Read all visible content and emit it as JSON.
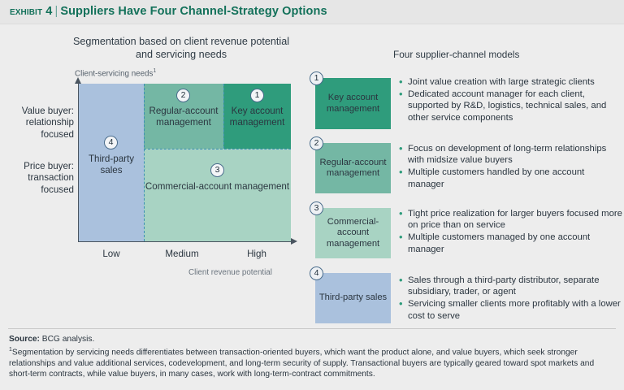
{
  "header": {
    "exhibit_label": "Exhibit 4",
    "divider": "|",
    "title": "Suppliers Have Four Channel-Strategy Options",
    "accent_color": "#13715a"
  },
  "left_panel": {
    "heading": "Segmentation based on client revenue potential and servicing needs",
    "y_axis_caption": "Client-servicing needs",
    "y_axis_caption_note": "1",
    "x_axis_caption": "Client revenue potential",
    "y_categories": [
      "Value buyer: relationship focused",
      "Price buyer: transaction focused"
    ],
    "x_ticks": [
      "Low",
      "Medium",
      "High"
    ],
    "quadrants": [
      {
        "number": "1",
        "label": "Key account management",
        "color": "#2f9c7c"
      },
      {
        "number": "2",
        "label": "Regular-account management",
        "color": "#74b7a4"
      },
      {
        "number": "3",
        "label": "Commercial-account management",
        "color": "#a8d3c3"
      },
      {
        "number": "4",
        "label": "Third-party sales",
        "color": "#aac1dd"
      }
    ]
  },
  "right_panel": {
    "heading": "Four supplier-channel models",
    "models": [
      {
        "number": "1",
        "name": "Key account management",
        "color": "#2f9c7c",
        "bullets": [
          "Joint value creation with large strategic clients",
          "Dedicated account manager for each client, supported by R&D, logistics, technical sales, and other service components"
        ]
      },
      {
        "number": "2",
        "name": "Regular-account management",
        "color": "#74b7a4",
        "bullets": [
          "Focus on development of long-term relationships with midsize value buyers",
          "Multiple customers handled by one account manager"
        ]
      },
      {
        "number": "3",
        "name": "Commercial-account management",
        "color": "#a8d3c3",
        "bullets": [
          "Tight price realization for larger buyers focused more on price than on service",
          "Multiple customers managed by one account manager"
        ]
      },
      {
        "number": "4",
        "name": "Third-party sales",
        "color": "#aac1dd",
        "bullets": [
          "Sales through a third-party distributor, separate subsidiary, trader, or agent",
          "Servicing smaller clients more profitably with a lower cost to serve"
        ]
      }
    ]
  },
  "footer": {
    "source_label": "Source:",
    "source_value": "BCG analysis.",
    "footnote_marker": "1",
    "footnote_text": "Segmentation by servicing needs differentiates between transaction-oriented buyers, which want the product alone, and value buyers, which seek stronger relationships and value additional services, codevelopment, and long-term security of supply. Transactional buyers are typically geared toward spot markets and short-term contracts, while value buyers, in many cases, work with long-term-contract commitments."
  },
  "chart_data": {
    "type": "heatmap",
    "title": "Segmentation based on client revenue potential and servicing needs",
    "xlabel": "Client revenue potential",
    "ylabel": "Client-servicing needs",
    "x_categories": [
      "Low",
      "Medium",
      "High"
    ],
    "y_categories": [
      "Price buyer: transaction focused",
      "Value buyer: relationship focused"
    ],
    "cells": [
      {
        "x": "Low",
        "y": "both",
        "number": 4,
        "label": "Third-party sales",
        "color": "#aac1dd"
      },
      {
        "x": "Medium",
        "y": "Value buyer: relationship focused",
        "number": 2,
        "label": "Regular-account management",
        "color": "#74b7a4"
      },
      {
        "x": "High",
        "y": "Value buyer: relationship focused",
        "number": 1,
        "label": "Key account management",
        "color": "#2f9c7c"
      },
      {
        "x": "Medium-High",
        "y": "Price buyer: transaction focused",
        "number": 3,
        "label": "Commercial-account management",
        "color": "#a8d3c3"
      }
    ],
    "grid": false,
    "legend": "none"
  }
}
